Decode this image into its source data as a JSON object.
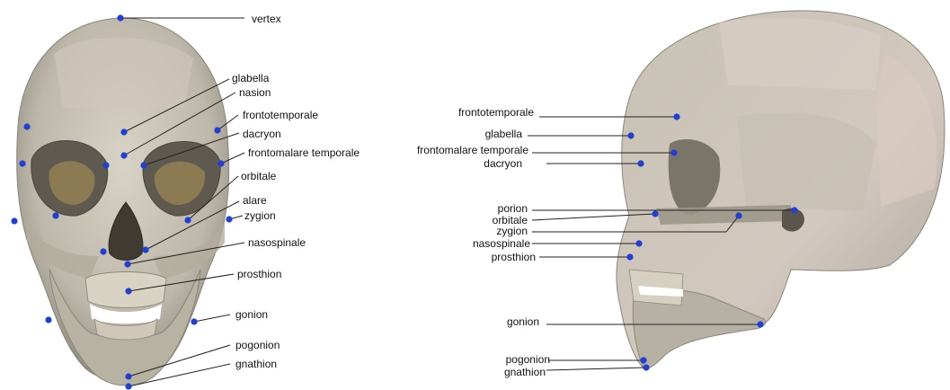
{
  "frontal_view": {
    "labels": {
      "vertex": "vertex",
      "glabella": "glabella",
      "nasion": "nasion",
      "frontotemporale": "frontotemporale",
      "dacryon": "dacryon",
      "frontomalare_temporale": "frontomalare temporale",
      "orbitale": "orbitale",
      "alare": "alare",
      "zygion": "zygion",
      "nasospinale": "nasospinale",
      "prosthion": "prosthion",
      "gonion": "gonion",
      "pogonion": "pogonion",
      "gnathion": "gnathion"
    }
  },
  "lateral_view": {
    "labels": {
      "frontotemporale": "frontotemporale",
      "glabella": "glabella",
      "frontomalare_temporale": "frontomalare temporale",
      "dacryon": "dacryon",
      "porion": "porion",
      "orbitale": "orbitale",
      "zygion": "zygion",
      "nasospinale": "nasospinale",
      "prosthion": "prosthion",
      "gonion": "gonion",
      "pogonion": "pogonion",
      "gnathion": "gnathion"
    }
  },
  "colors": {
    "landmark_dot": "#1f3fd6",
    "leader_line": "#222222",
    "bone": "#c9c4b6",
    "bone_shadow": "#9d9a8e",
    "background": "#ffffff"
  }
}
